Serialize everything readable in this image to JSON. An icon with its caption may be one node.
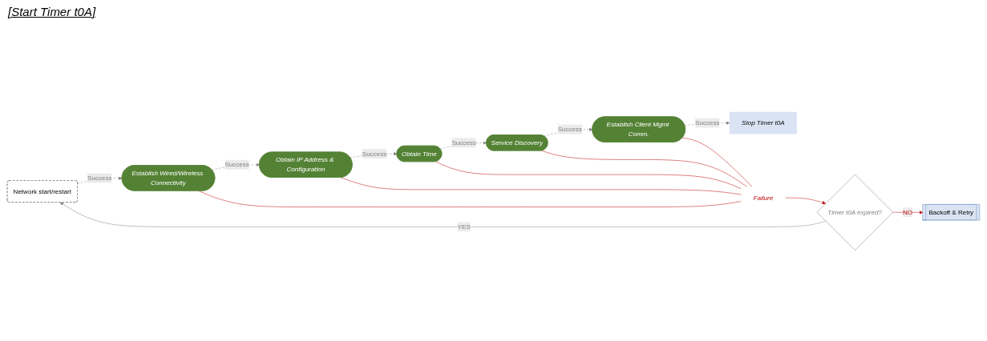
{
  "diagram": {
    "nodes": [
      {
        "text": [
          "Network start/restart"
        ]
      },
      {
        "text": [
          "Establish Wired/Wireless Connectivity"
        ]
      },
      {
        "text": [
          "Obtain IP Address & Configuration"
        ]
      },
      {
        "text": [
          "Obtain Time"
        ]
      },
      {
        "text": [
          "Service Discovery"
        ]
      },
      {
        "text": [
          "Establish Client Mgmt Comm."
        ]
      },
      {
        "text": [
          "Stop Timer t0A"
        ]
      },
      {
        "text": [
          "Failure"
        ]
      },
      {
        "text": [
          "Timer t0A expired?"
        ]
      },
      {
        "text": [
          "Backoff & Retry"
        ]
      }
    ],
    "edges": [
      {
        "from": 0,
        "to": 1,
        "arrow": "to",
        "label": "Success",
        "style": "dashed",
        "color": "#808080"
      },
      {
        "from": 1,
        "to": 2,
        "arrow": "to",
        "label": "Success",
        "style": "dashed",
        "color": "#808080"
      },
      {
        "from": 2,
        "to": 3,
        "arrow": "to",
        "label": "Success",
        "style": "dashed",
        "color": "#808080"
      },
      {
        "from": 3,
        "to": 4,
        "arrow": "to",
        "label": "Success",
        "style": "dashed",
        "color": "#808080"
      },
      {
        "from": 4,
        "to": 5,
        "arrow": "to",
        "label": "Success",
        "style": "dashed",
        "color": "#808080"
      },
      {
        "from": 5,
        "to": 6,
        "arrow": "to",
        "label": "Success",
        "style": "dashed",
        "color": "#808080"
      },
      {
        "from": 1,
        "to": 7,
        "arrow": "none",
        "color": "#c00000"
      },
      {
        "from": 2,
        "to": 7,
        "arrow": "none",
        "color": "#c00000"
      },
      {
        "from": 3,
        "to": 7,
        "arrow": "none",
        "color": "#c00000"
      },
      {
        "from": 4,
        "to": 7,
        "arrow": "none",
        "color": "#c00000"
      },
      {
        "from": 5,
        "to": 7,
        "arrow": "none",
        "color": "#c00000"
      },
      {
        "from": 7,
        "to": 8,
        "arrow": "to",
        "color": "#c00000"
      },
      {
        "from": 8,
        "to": 0,
        "arrow": "to",
        "label": "YES",
        "color": "#808080"
      },
      {
        "from": 8,
        "to": 9,
        "arrow": "to",
        "label": "NO",
        "color": "#c00000"
      }
    ],
    "labels": [
      "[Start Timer t0A]"
    ]
  }
}
